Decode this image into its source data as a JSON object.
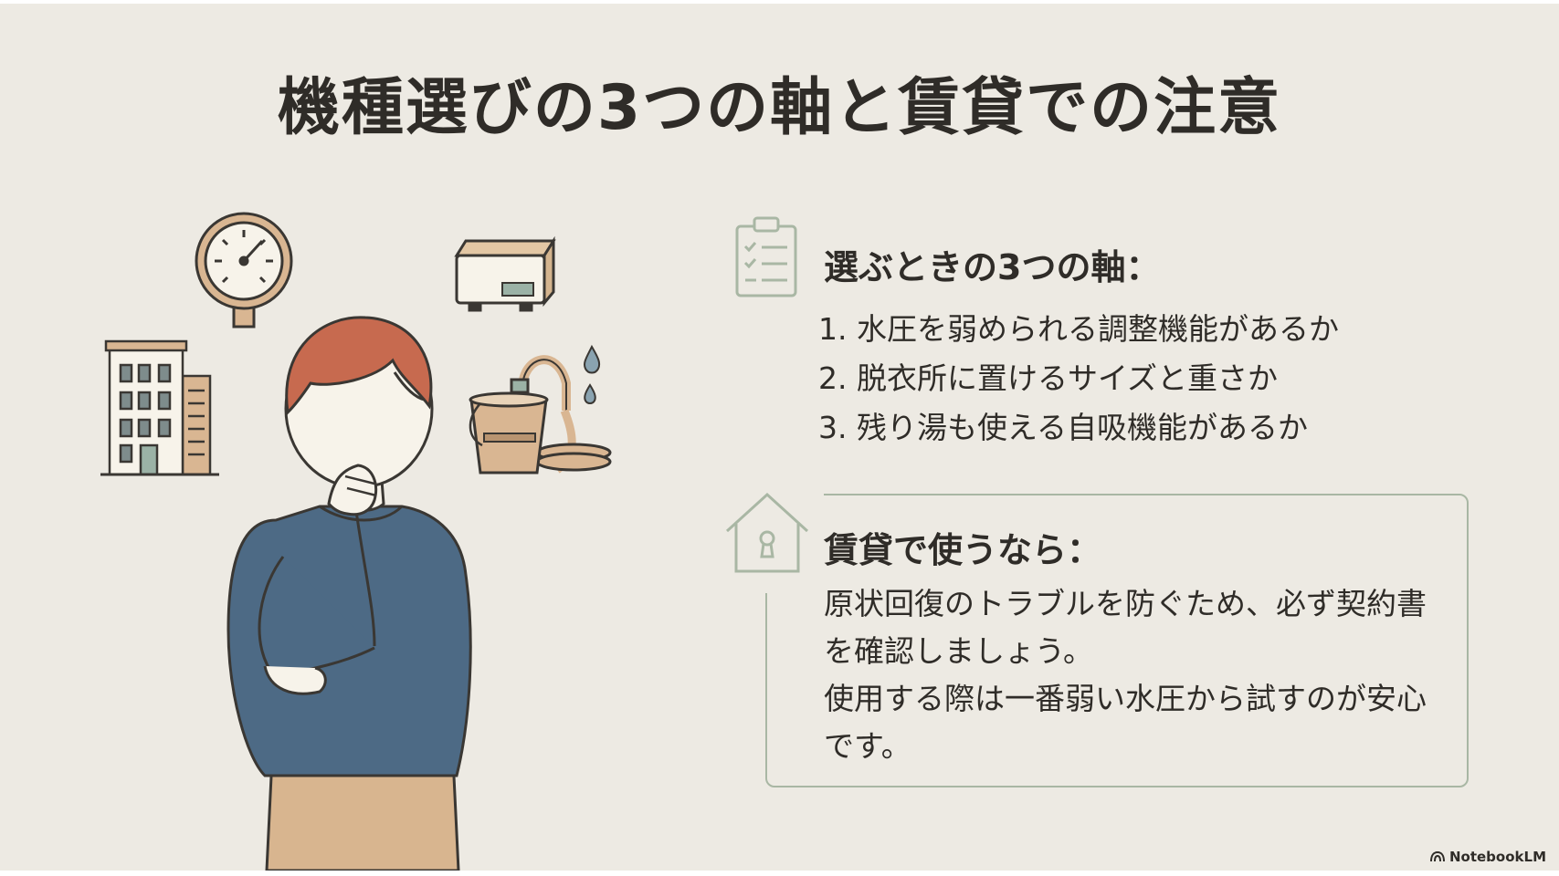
{
  "title": "機種選びの3つの軸と賃貸での注意",
  "section1": {
    "heading": "選ぶときの3つの軸：",
    "icon": "clipboard-checklist-icon",
    "items": [
      "1. 水圧を弱められる調整機能があるか",
      "2. 脱衣所に置けるサイズと重さか",
      "3. 残り湯も使える自吸機能があるか"
    ]
  },
  "section2": {
    "heading": "賃貸で使うなら：",
    "icon": "house-keyhole-icon",
    "paragraphs": [
      "原状回復のトラブルを防ぐため、必ず契約書を確認しましょう。",
      "使用する際は一番弱い水圧から試すのが安心です。"
    ]
  },
  "brand": "NotebookLM",
  "illustration": {
    "icons": [
      "pressure-gauge-icon",
      "appliance-box-icon",
      "apartment-building-icon",
      "bucket-faucet-hose-icon",
      "water-drop-icon"
    ],
    "figure": "thinking-person"
  },
  "colors": {
    "background": "#edeae3",
    "text": "#2f2c28",
    "accent_green": "#a9b7a4",
    "hair": "#c76a4f",
    "sweater": "#4d6a85",
    "tan": "#d8b58f"
  }
}
